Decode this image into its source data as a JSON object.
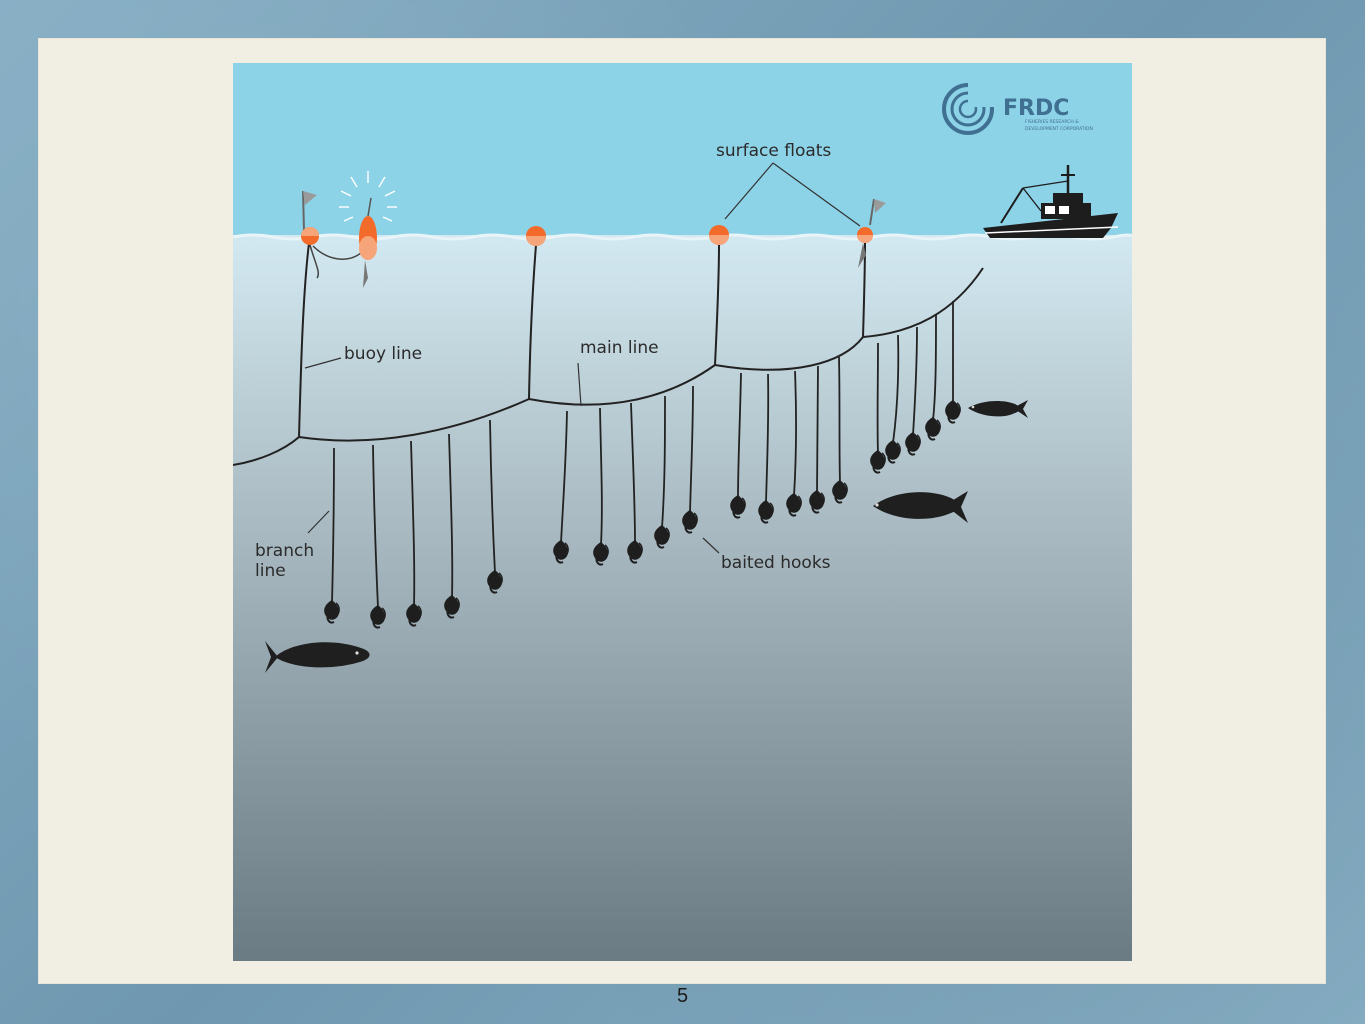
{
  "slide": {
    "page_number": "5"
  },
  "diagram": {
    "labels": {
      "surface_floats": "surface floats",
      "buoy_line": "buoy line",
      "main_line": "main line",
      "branch_line_1": "branch",
      "branch_line_2": "line",
      "baited_hooks": "baited hooks"
    },
    "logo": {
      "name": "FRDC",
      "subtitle_1": "FISHERIES RESEARCH &",
      "subtitle_2": "DEVELOPMENT CORPORATION"
    },
    "colors": {
      "sky": "#8dd3e8",
      "water_top": "#cfe5ee",
      "water_bottom": "#6b7d86",
      "float": "#f26b2a",
      "line": "#222222",
      "logo": "#3f6f91"
    }
  }
}
